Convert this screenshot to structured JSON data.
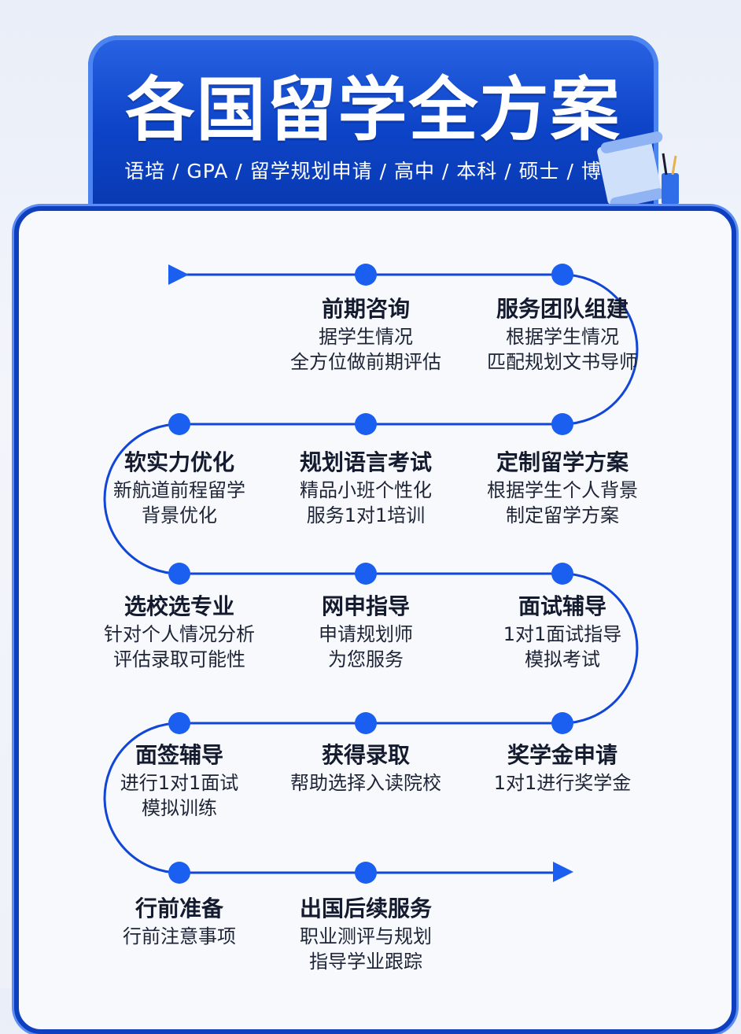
{
  "header": {
    "title": "各国留学全方案",
    "subtitle": "语培 / GPA / 留学规划申请 / 高中 / 本科 / 硕士 / 博士"
  },
  "colors": {
    "primary": "#0d44c8",
    "line": "#1146d6",
    "dot": "#1a5ff0",
    "card_bg": "#f7f9fd"
  },
  "steps": [
    {
      "title": "前期咨询",
      "line1": "据学生情况",
      "line2": "全方位做前期评估"
    },
    {
      "title": "服务团队组建",
      "line1": "根据学生情况",
      "line2": "匹配规划文书导师"
    },
    {
      "title": "软实力优化",
      "line1": "新航道前程留学",
      "line2": "背景优化"
    },
    {
      "title": "规划语言考试",
      "line1": "精品小班个性化",
      "line2": "服务1对1培训"
    },
    {
      "title": "定制留学方案",
      "line1": "根据学生个人背景",
      "line2": "制定留学方案"
    },
    {
      "title": "选校选专业",
      "line1": "针对个人情况分析",
      "line2": "评估录取可能性"
    },
    {
      "title": "网申指导",
      "line1": "申请规划师",
      "line2": "为您服务"
    },
    {
      "title": "面试辅导",
      "line1": "1对1面试指导",
      "line2": "模拟考试"
    },
    {
      "title": "面签辅导",
      "line1": "进行1对1面试",
      "line2": "模拟训练"
    },
    {
      "title": "获得录取",
      "line1": "帮助选择入读院校",
      "line2": ""
    },
    {
      "title": "奖学金申请",
      "line1": "1对1进行奖学金",
      "line2": ""
    },
    {
      "title": "行前准备",
      "line1": "行前注意事项",
      "line2": ""
    },
    {
      "title": "出国后续服务",
      "line1": "职业测评与规划",
      "line2": "指导学业跟踪"
    }
  ]
}
